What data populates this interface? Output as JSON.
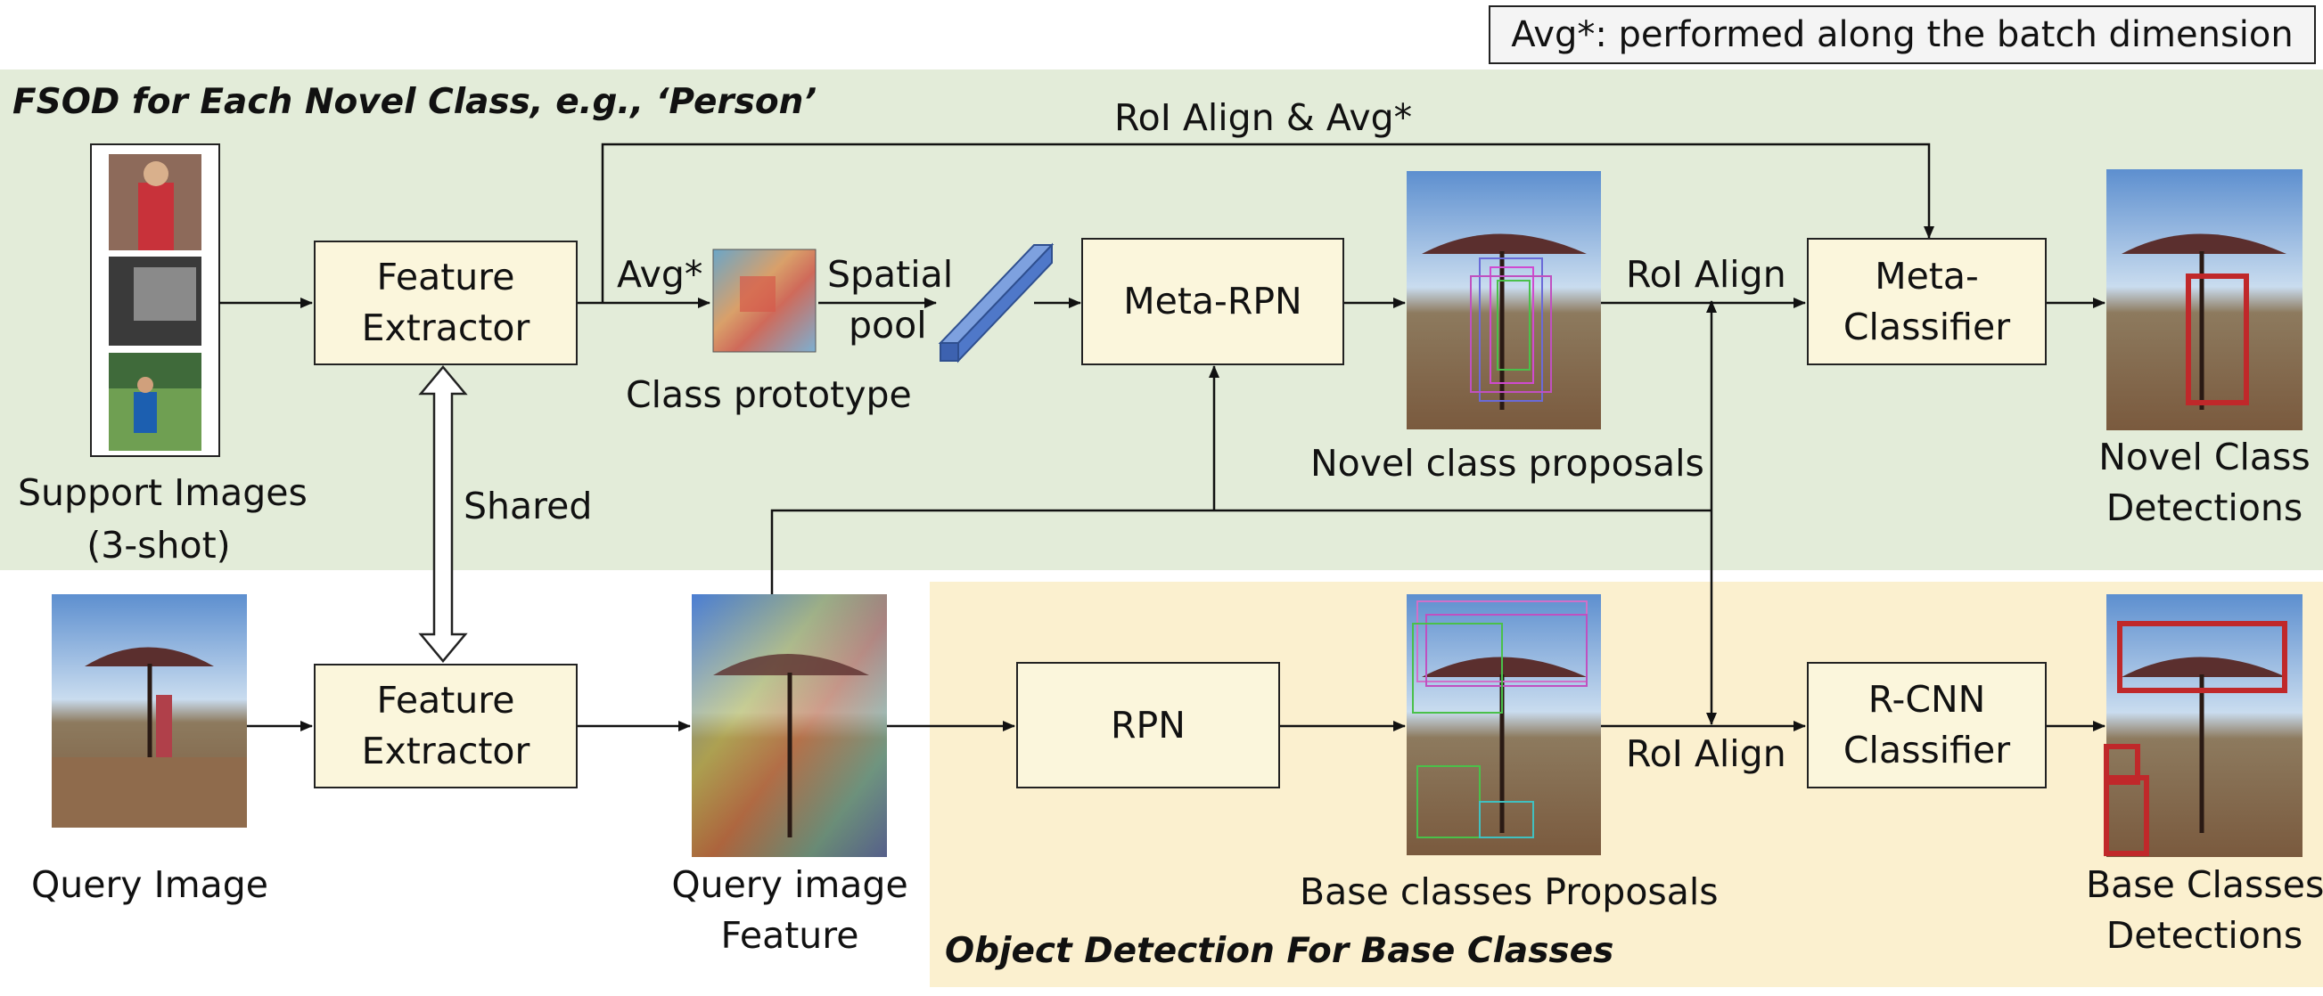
{
  "legend_note": "Avg*: performed along the batch dimension",
  "panels": {
    "novel_title": "FSOD for Each Novel Class, e.g., ‘Person’",
    "base_title": "Object Detection For Base Classes"
  },
  "boxes": {
    "feature_extractor_top": "Feature Extractor",
    "feature_extractor_bottom": "Feature Extractor",
    "meta_rpn": "Meta-RPN",
    "meta_classifier": "Meta-Classifier",
    "rpn": "RPN",
    "rcnn_classifier": "R-CNN Classifier"
  },
  "labels": {
    "support_images_1": "Support Images",
    "support_images_2": "(3-shot)",
    "shared": "Shared",
    "avg": "Avg*",
    "spatial": "Spatial",
    "pool": "pool",
    "class_prototype": "Class prototype",
    "roi_align_avg": "RoI Align & Avg*",
    "roi_align_top": "RoI Align",
    "roi_align_bottom": "RoI Align",
    "novel_proposals": "Novel class proposals",
    "novel_detections_1": "Novel Class",
    "novel_detections_2": "Detections",
    "query_image": "Query Image",
    "query_feature_1": "Query image",
    "query_feature_2": "Feature",
    "base_proposals": "Base classes Proposals",
    "base_detections_1": "Base Classes",
    "base_detections_2": "Detections"
  },
  "colors": {
    "novel_panel": "#e3ecd9",
    "base_panel": "#fbf0cf",
    "box_fill": "#fbf6dc",
    "detection_box": "#c0282a",
    "feature_vector": "#4f78c9"
  }
}
